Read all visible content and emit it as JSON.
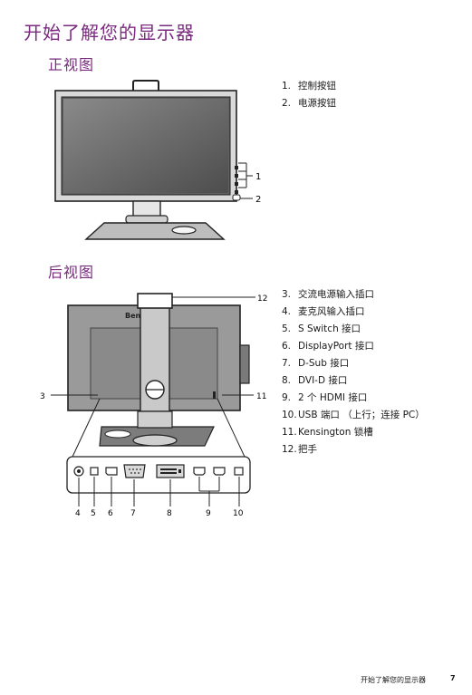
{
  "page_title": "开始了解您的显示器",
  "front": {
    "heading": "正视图",
    "legend": [
      {
        "num": "1.",
        "text": "控制按钮"
      },
      {
        "num": "2.",
        "text": "电源按钮"
      }
    ],
    "callouts": [
      "1",
      "2"
    ]
  },
  "back": {
    "heading": "后视图",
    "legend": [
      {
        "num": "3.",
        "text": "交流电源输入插口"
      },
      {
        "num": "4.",
        "text": "麦克风输入插口"
      },
      {
        "num": "5.",
        "text": "S Switch 接口"
      },
      {
        "num": "6.",
        "text": "DisplayPort 接口"
      },
      {
        "num": "7.",
        "text": "D-Sub 接口"
      },
      {
        "num": "8.",
        "text": "DVI-D 接口"
      },
      {
        "num": "9.",
        "text": "2 个 HDMI 接口"
      },
      {
        "num": "10.",
        "text": "USB 端口 （上行；连接 PC）"
      },
      {
        "num": "11.",
        "text": "Kensington 锁槽"
      },
      {
        "num": "12.",
        "text": "把手"
      }
    ],
    "callouts": {
      "c3": "3",
      "c11": "11",
      "c12": "12"
    },
    "port_numbers": [
      "4",
      "5",
      "6",
      "7",
      "8",
      "9",
      "10"
    ]
  },
  "footer": {
    "title": "开始了解您的显示器",
    "page": "7"
  }
}
